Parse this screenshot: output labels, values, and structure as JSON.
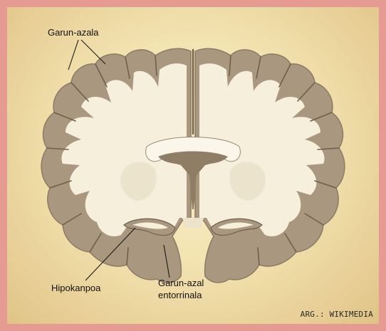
{
  "labels": {
    "cortex": "Garun-azala",
    "hippocampus": "Hipokanpoa",
    "entorhinal_line1": "Garun-azal",
    "entorhinal_line2": "entorrinala"
  },
  "credit": "ARG.: WIKIMEDIA",
  "colors": {
    "frame": "#e59a92",
    "gray_matter": "#a9977f",
    "white_matter": "#f6efdc",
    "background": "#f3e3b1"
  }
}
